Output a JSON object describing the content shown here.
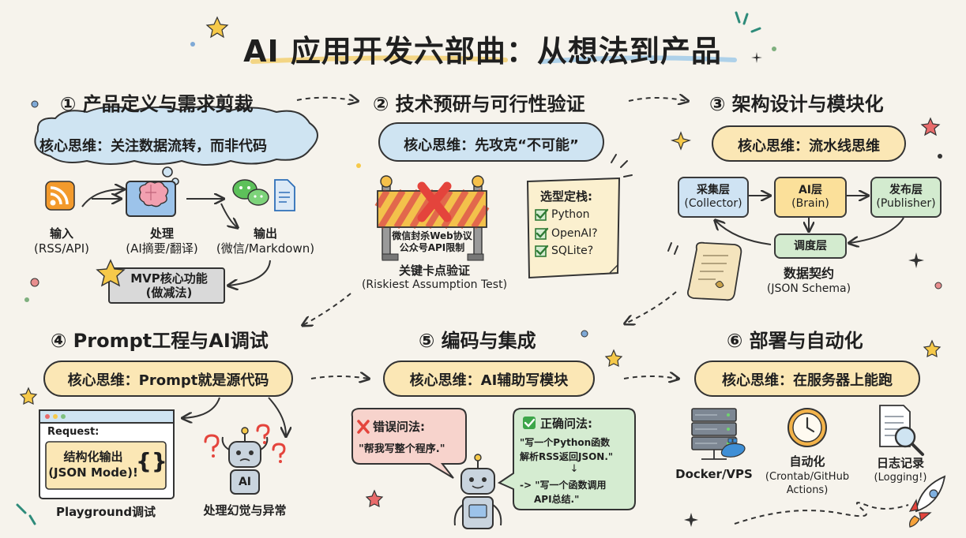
{
  "title": "AI 应用开发六部曲：从想法到产品",
  "step1": {
    "heading": "① 产品定义与需求剪裁",
    "core": "核心思维：关注数据流转，而非代码",
    "input_label": "输入",
    "input_sub": "(RSS/API)",
    "process_label": "处理",
    "process_sub": "(AI摘要/翻译)",
    "output_label": "输出",
    "output_sub": "(微信/Markdown)",
    "mvp_label": "MVP核心功能",
    "mvp_sub": "(做减法)"
  },
  "step2": {
    "heading": "② 技术预研与可行性验证",
    "core": "核心思维：先攻克“不可能”",
    "barrier_line1": "微信封杀Web协议",
    "barrier_line2": "公众号API限制",
    "checkpoint_label": "关键卡点验证",
    "checkpoint_sub": "(Riskiest Assumption Test)",
    "stack_title": "选型定栈:",
    "stack_items": [
      "Python",
      "OpenAI?",
      "SQLite?"
    ]
  },
  "step3": {
    "heading": "③ 架构设计与模块化",
    "core": "核心思维：流水线思维",
    "collector_label": "采集层",
    "collector_sub": "(Collector)",
    "brain_label": "AI层",
    "brain_sub": "(Brain)",
    "publisher_label": "发布层",
    "publisher_sub": "(Publisher)",
    "scheduler_label": "调度层",
    "contract_label": "数据契约",
    "contract_sub": "(JSON Schema)"
  },
  "step4": {
    "heading": "④ Prompt工程与AI调试",
    "core": "核心思维：Prompt就是源代码",
    "request_label": "Request:",
    "structured_line1": "结构化输出",
    "structured_line2": "(JSON Mode)!",
    "braces": "{}",
    "playground_label": "Playground调试",
    "robot_badge": "AI",
    "hallucination_label": "处理幻觉与异常"
  },
  "step5": {
    "heading": "⑤ 编码与集成",
    "core": "核心思维：AI辅助写模块",
    "wrong_title": "错误问法:",
    "wrong_text": "\"帮我写整个程序.\"",
    "right_title": "正确问法:",
    "right_line1": "\"写一个Python函数",
    "right_line2": "解析RSS返回JSON.\"",
    "right_arrow": "↓",
    "right_line3": "-> \"写一个函数调用",
    "right_line4": "API总结.\""
  },
  "step6": {
    "heading": "⑥ 部署与自动化",
    "core": "核心思维：在服务器上能跑",
    "docker_label": "Docker/VPS",
    "auto_label": "自动化",
    "auto_sub1": "(Crontab/GitHub",
    "auto_sub2": "Actions)",
    "log_label": "日志记录",
    "log_sub": "(Logging!)"
  },
  "colors": {
    "background": "#f6f3ec",
    "cloud_fill": "#cfe4f2",
    "pill_fill": "#fbe7b5",
    "block_blue": "#cfe3f3",
    "block_yellow": "#fbe09a",
    "block_green": "#d3ebcf",
    "wrong_fill": "#f7d3cc",
    "right_fill": "#d5ecd1",
    "note_fill": "#fbf0cf",
    "arrow": "#333333"
  }
}
